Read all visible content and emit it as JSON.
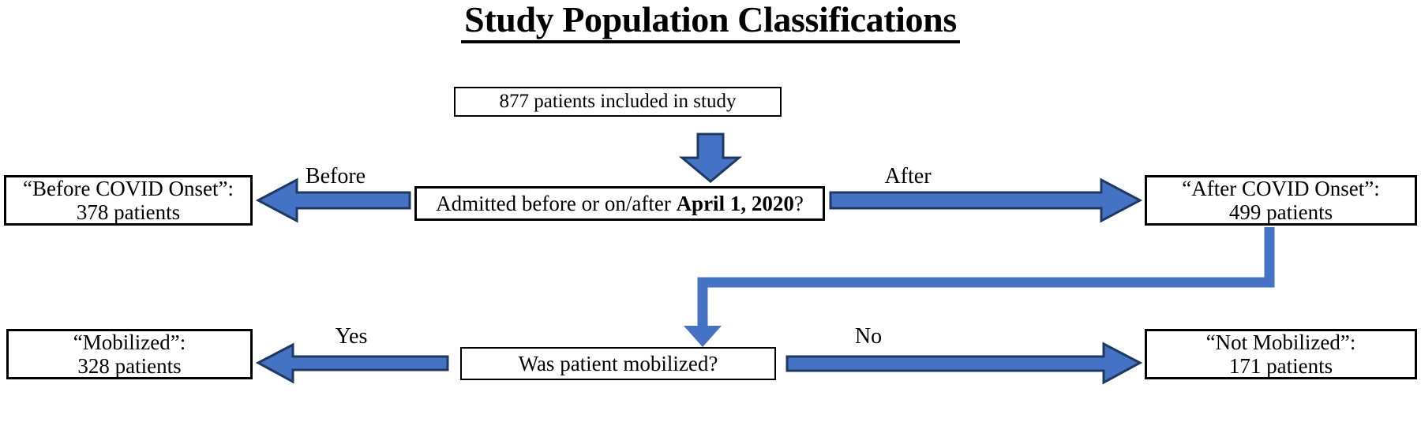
{
  "figure": {
    "title": "Study Population Classifications",
    "type": "flowchart"
  },
  "colors": {
    "arrow_fill": "#4472C4",
    "arrow_stroke": "#1F3864",
    "box_border": "#000000",
    "background": "#FFFFFF",
    "text": "#000000"
  },
  "nodes": {
    "total": {
      "text": "877 patients included in study",
      "count": 877
    },
    "decision_1": {
      "text_prefix": "Admitted before or on/after ",
      "text_bold": "April 1, 2020",
      "text_suffix": "?"
    },
    "before_covid": {
      "line1": "“Before COVID Onset”:",
      "line2": "378 patients",
      "count": 378
    },
    "after_covid": {
      "line1": "“After COVID Onset”:",
      "line2": "499 patients",
      "count": 499
    },
    "decision_2": {
      "text": "Was patient mobilized?"
    },
    "mobilized": {
      "line1": "“Mobilized”:",
      "line2": "328 patients",
      "count": 328
    },
    "not_mobilized": {
      "line1": "“Not Mobilized”:",
      "line2": "171 patients",
      "count": 171
    }
  },
  "edges": {
    "total_to_decision1": {
      "label": ""
    },
    "decision1_to_before": {
      "label": "Before"
    },
    "decision1_to_after": {
      "label": "After"
    },
    "after_to_decision2": {
      "label": ""
    },
    "decision2_to_mobilized": {
      "label": "Yes"
    },
    "decision2_to_notmobilized": {
      "label": "No"
    }
  }
}
